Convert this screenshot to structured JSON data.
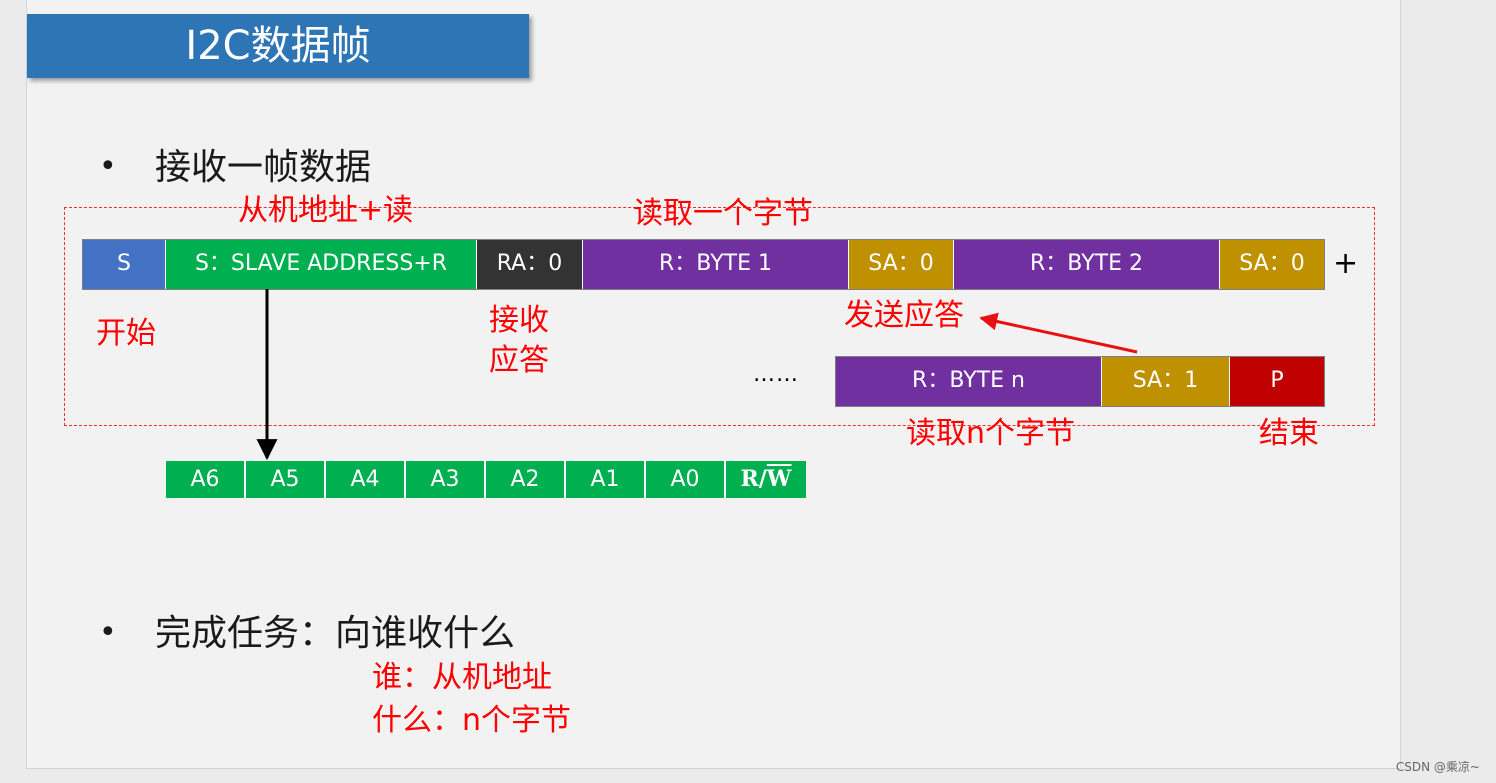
{
  "title": "I2C数据帧",
  "bullets": {
    "first": "接收一帧数据",
    "second": "完成任务：向谁收什么"
  },
  "frame_row1": [
    {
      "label": "S",
      "color": "#4472c4"
    },
    {
      "label": "S：SLAVE ADDRESS+R",
      "color": "#00b050"
    },
    {
      "label": "RA：0",
      "color": "#333333"
    },
    {
      "label": "R：BYTE 1",
      "color": "#7030a0"
    },
    {
      "label": "SA：0",
      "color": "#bf9000"
    },
    {
      "label": "R：BYTE 2",
      "color": "#7030a0"
    },
    {
      "label": "SA：0",
      "color": "#bf9000"
    }
  ],
  "frame_row2": [
    {
      "label": "R：BYTE n",
      "color": "#7030a0"
    },
    {
      "label": "SA：1",
      "color": "#bf9000"
    },
    {
      "label": "P",
      "color": "#c00000"
    }
  ],
  "plus": "+",
  "ellipsis": "……",
  "address_bits": [
    "A6",
    "A5",
    "A4",
    "A3",
    "A2",
    "A1",
    "A0"
  ],
  "rw_bit": {
    "prefix": "R/",
    "overlined": "W"
  },
  "annotations": {
    "slave_addr_read": "从机地址+读",
    "read_one_byte": "读取一个字节",
    "start": "开始",
    "receive_ack_1": "接收",
    "receive_ack_2": "应答",
    "send_ack": "发送应答",
    "read_n_bytes": "读取n个字节",
    "end": "结束",
    "who": "谁：从机地址",
    "what": "什么：n个字节"
  },
  "watermark": "CSDN @乘凉~",
  "colors": {
    "title_bar": "#2e75b6",
    "annotation_red": "#ff0000"
  }
}
